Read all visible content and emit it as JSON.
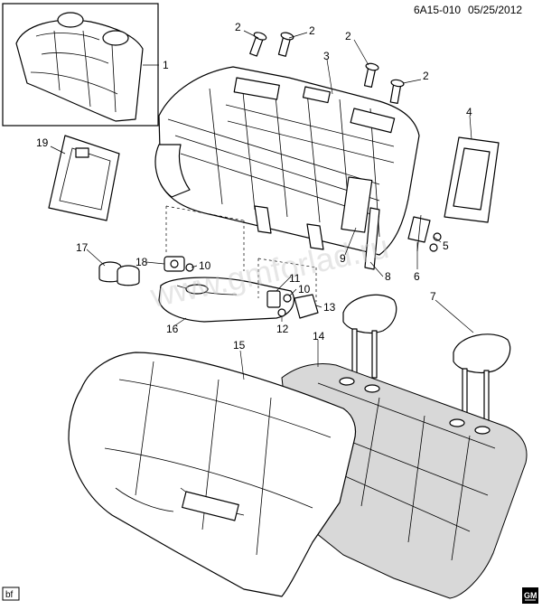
{
  "header": {
    "code": "6A15-010",
    "date": "05/25/2012"
  },
  "footer": {
    "corner_tag": "bf",
    "brand_logo": "gm-logo",
    "brand_text": "GM"
  },
  "watermark": "www.gmforlad.ru",
  "callouts": [
    {
      "id": "c1",
      "text": "1"
    },
    {
      "id": "c2a",
      "text": "2"
    },
    {
      "id": "c2b",
      "text": "2"
    },
    {
      "id": "c2c",
      "text": "2"
    },
    {
      "id": "c2d",
      "text": "2"
    },
    {
      "id": "c3",
      "text": "3"
    },
    {
      "id": "c4",
      "text": "4"
    },
    {
      "id": "c5",
      "text": "5"
    },
    {
      "id": "c6",
      "text": "6"
    },
    {
      "id": "c7",
      "text": "7"
    },
    {
      "id": "c8",
      "text": "8"
    },
    {
      "id": "c9",
      "text": "9"
    },
    {
      "id": "c10a",
      "text": "10"
    },
    {
      "id": "c10b",
      "text": "10"
    },
    {
      "id": "c11",
      "text": "11"
    },
    {
      "id": "c12",
      "text": "12"
    },
    {
      "id": "c13",
      "text": "13"
    },
    {
      "id": "c14",
      "text": "14"
    },
    {
      "id": "c15",
      "text": "15"
    },
    {
      "id": "c16",
      "text": "16"
    },
    {
      "id": "c17",
      "text": "17"
    },
    {
      "id": "c18",
      "text": "18"
    },
    {
      "id": "c19",
      "text": "19"
    }
  ]
}
